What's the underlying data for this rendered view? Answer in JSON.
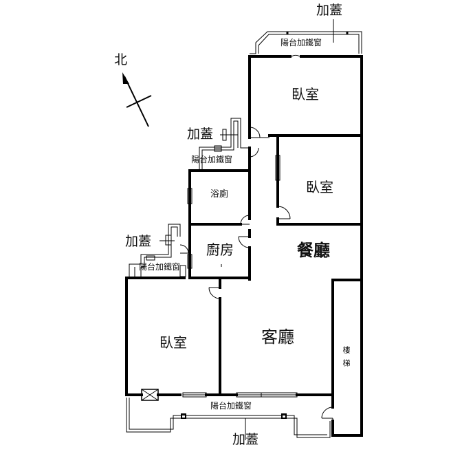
{
  "north": "北",
  "rooms": {
    "bedroom_top": "臥室",
    "bedroom_mid": "臥室",
    "bedroom_left": "臥室",
    "bathroom": "浴廁",
    "kitchen": "廚房",
    "dining": "餐廳",
    "living": "客廳",
    "stairs": "樓梯"
  },
  "annotations": {
    "cover_top": "加蓋",
    "balcony_top": "陽台加鐵窗",
    "cover_mid": "加蓋",
    "balcony_mid": "陽台加鐵窗",
    "cover_left": "加蓋",
    "balcony_left": "陽台加鐵窗",
    "balcony_bottom": "陽台加鐵窗",
    "cover_bottom": "加蓋"
  }
}
